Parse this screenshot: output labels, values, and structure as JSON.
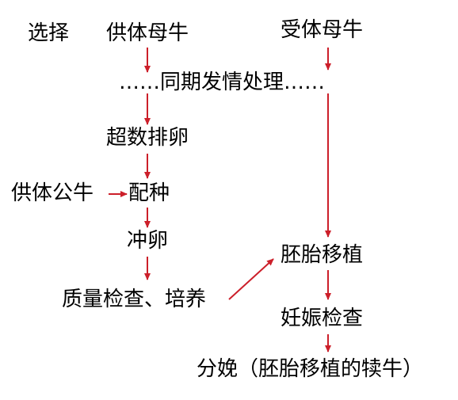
{
  "diagram": {
    "nodes": {
      "select": "选择",
      "donor_cow": "供体母牛",
      "recipient_cow": "受体母牛",
      "synchronize": "……同期发情处理……",
      "superovulation": "超数排卵",
      "donor_bull": "供体公牛",
      "mating": "配种",
      "flushing": "冲卵",
      "quality_check": "质量检查、培养",
      "transfer": "胚胎移植",
      "pregnancy_check": "妊娠检查",
      "birth": "分娩（胚胎移植的犊牛）"
    },
    "colors": {
      "arrow": "#cc1f2a",
      "text": "#000000"
    }
  }
}
